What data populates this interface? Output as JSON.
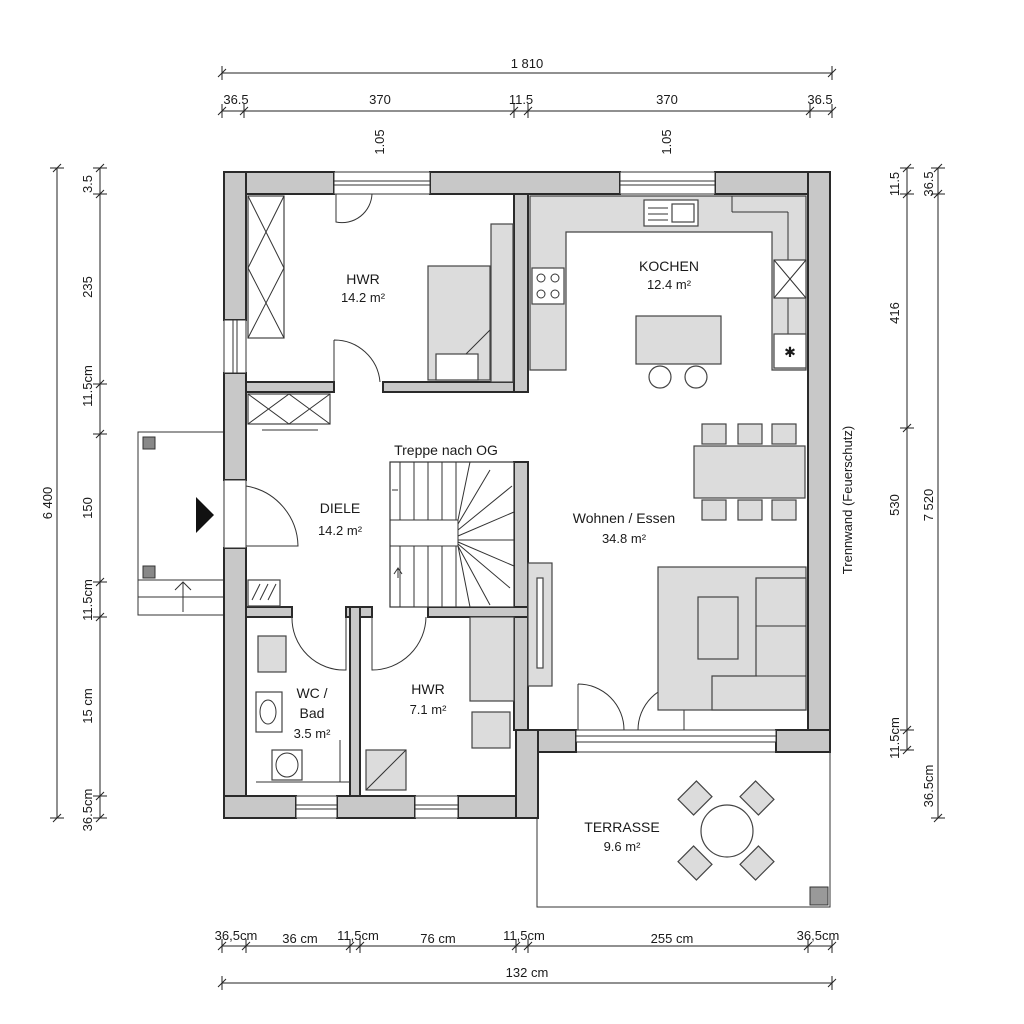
{
  "rooms": {
    "hwr_top": {
      "name": "HWR",
      "area": "14.2 m²"
    },
    "kochen": {
      "name": "KOCHEN",
      "area": "12.4 m²"
    },
    "diele": {
      "name": "DIELE",
      "area": "14.2 m²"
    },
    "wohnen": {
      "name": "Wohnen / Essen",
      "area": "34.8 m²"
    },
    "wc": {
      "name_line1": "WC /",
      "name_line2": "Bad",
      "area": "3.5 m²"
    },
    "hwr_bottom": {
      "name": "HWR",
      "area": "7.1 m²"
    },
    "terrasse": {
      "name": "TERRASSE",
      "area": "9.6 m²"
    }
  },
  "labels": {
    "stairs": "Treppe nach OG",
    "partition_wall": "Trennwand (Feuerschutz)"
  },
  "dims": {
    "top_total": "1 810",
    "top_segments": [
      "36.5",
      "370",
      "11.5",
      "370",
      "36.5"
    ],
    "window_widths": [
      "1.05",
      "1.05"
    ],
    "left_total": "6 400",
    "left_segments": [
      "3.5",
      "235",
      "11.5cm",
      "150",
      "11.5cm",
      "15 cm",
      "36.5cm"
    ],
    "right_total": "7 520",
    "right_segments": [
      "11.5",
      "36.5",
      "416",
      "530",
      "11.5cm",
      "36.5cm"
    ],
    "bottom_segments": [
      "36,5cm",
      "36 cm",
      "11,5cm",
      "76 cm",
      "11,5cm",
      "255 cm",
      "36,5cm"
    ],
    "bottom_total": "132 cm"
  }
}
